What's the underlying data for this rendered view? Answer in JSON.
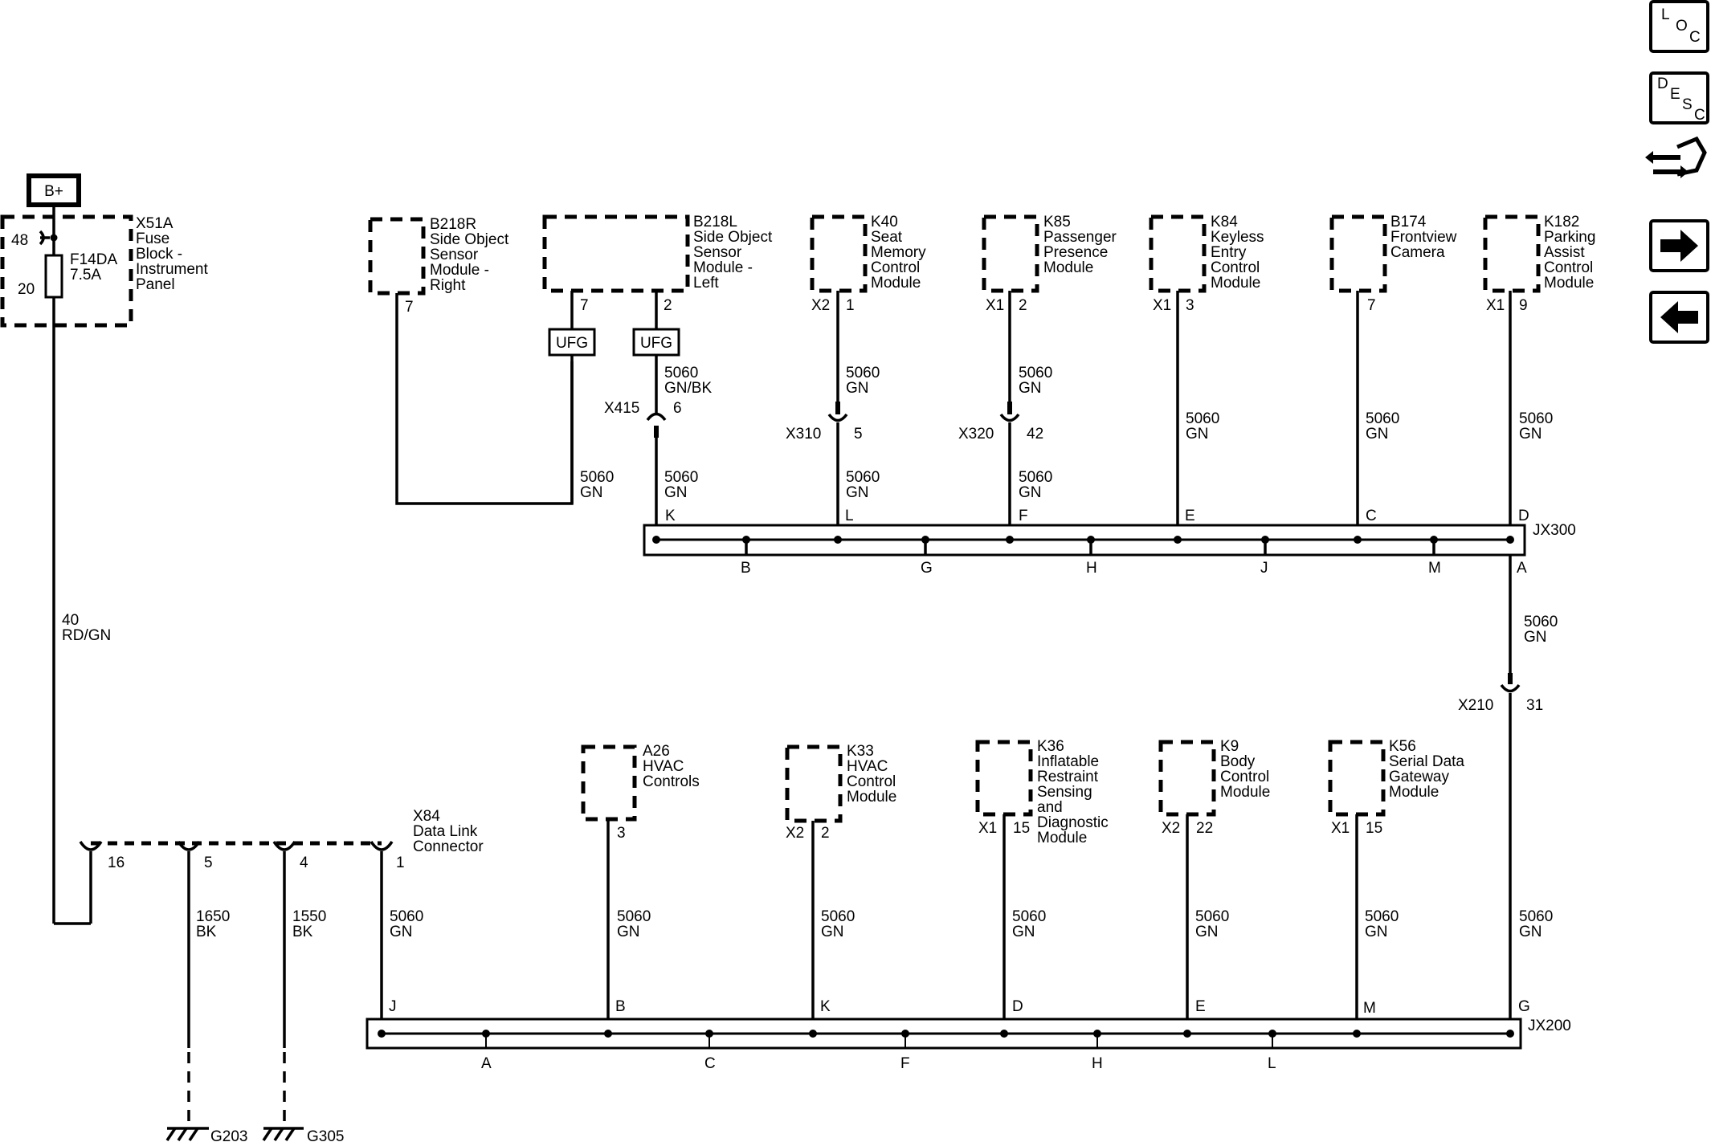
{
  "power": {
    "source": "B+"
  },
  "fuse_block": {
    "ref": "X51A",
    "lines": [
      "Fuse",
      "Block -",
      "Instrument",
      "Panel"
    ],
    "pin_top": "48",
    "pin_bottom": "20",
    "fuse_id": "F14DA",
    "fuse_rating": "7.5A"
  },
  "power_wire": {
    "circuit": "40",
    "color": "RD/GN"
  },
  "top_modules": [
    {
      "ref": "B218R",
      "lines": [
        "Side Object",
        "Sensor",
        "Module -",
        "Right"
      ]
    },
    {
      "ref": "B218L",
      "lines": [
        "Side Object",
        "Sensor",
        "Module -",
        "Left"
      ]
    },
    {
      "ref": "K40",
      "lines": [
        "Seat",
        "Memory",
        "Control",
        "Module"
      ]
    },
    {
      "ref": "K85",
      "lines": [
        "Passenger",
        "Presence",
        "Module"
      ]
    },
    {
      "ref": "K84",
      "lines": [
        "Keyless",
        "Entry",
        "Control",
        "Module"
      ]
    },
    {
      "ref": "B174",
      "lines": [
        "Frontview",
        "Camera"
      ]
    },
    {
      "ref": "K182",
      "lines": [
        "Parking",
        "Assist",
        "Control",
        "Module"
      ]
    }
  ],
  "top_pins": {
    "b218r": "7",
    "b218l_a": "7",
    "b218l_b": "2",
    "k40_conn": "X2",
    "k40_pin": "1",
    "k85_conn": "X1",
    "k85_pin": "2",
    "k84_conn": "X1",
    "k84_pin": "3",
    "b174_pin": "7",
    "k182_conn": "X1",
    "k182_pin": "9"
  },
  "ufg": "UFG",
  "inline_connectors": {
    "x415": {
      "ref": "X415",
      "pin": "6"
    },
    "x310": {
      "ref": "X310",
      "pin": "5"
    },
    "x320": {
      "ref": "X320",
      "pin": "42"
    },
    "x210": {
      "ref": "X210",
      "pin": "31"
    }
  },
  "wires": {
    "gn": {
      "circuit": "5060",
      "color": "GN"
    },
    "gnbk": {
      "circuit": "5060",
      "color": "GN/BK"
    },
    "bk1650": {
      "circuit": "1650",
      "color": "BK"
    },
    "bk1550": {
      "circuit": "1550",
      "color": "BK"
    }
  },
  "splice_jx300": {
    "ref": "JX300",
    "top_letters": [
      "K",
      "L",
      "F",
      "E",
      "C",
      "D"
    ],
    "bottom_letters": [
      "B",
      "G",
      "H",
      "J",
      "M",
      "A"
    ]
  },
  "bottom_modules": [
    {
      "ref": "A26",
      "lines": [
        "HVAC",
        "Controls"
      ]
    },
    {
      "ref": "K33",
      "lines": [
        "HVAC",
        "Control",
        "Module"
      ]
    },
    {
      "ref": "K36",
      "lines": [
        "Inflatable",
        "Restraint",
        "Sensing",
        "and",
        "Diagnostic",
        "Module"
      ]
    },
    {
      "ref": "K9",
      "lines": [
        "Body",
        "Control",
        "Module"
      ]
    },
    {
      "ref": "K56",
      "lines": [
        "Serial Data",
        "Gateway",
        "Module"
      ]
    }
  ],
  "bottom_pins": {
    "a26_pin": "3",
    "k33_conn": "X2",
    "k33_pin": "2",
    "k36_conn": "X1",
    "k36_pin": "15",
    "k9_conn": "X2",
    "k9_pin": "22",
    "k56_conn": "X1",
    "k56_pin": "15"
  },
  "dlc": {
    "ref": "X84",
    "lines": [
      "Data Link",
      "Connector"
    ],
    "pins": [
      "16",
      "5",
      "4",
      "1"
    ]
  },
  "splice_jx200": {
    "ref": "JX200",
    "top_letters": [
      "J",
      "B",
      "K",
      "D",
      "E",
      "M",
      "G"
    ],
    "bottom_letters": [
      "A",
      "C",
      "F",
      "H",
      "L"
    ]
  },
  "grounds": [
    "G203",
    "G305"
  ],
  "nav_buttons": {
    "loc": [
      "L",
      "O",
      "C"
    ],
    "desc": [
      "D",
      "E",
      "S",
      "C"
    ]
  },
  "icons": {
    "connector_view": "connector-view-icon",
    "next": "arrow-right-icon",
    "previous": "arrow-left-icon"
  }
}
